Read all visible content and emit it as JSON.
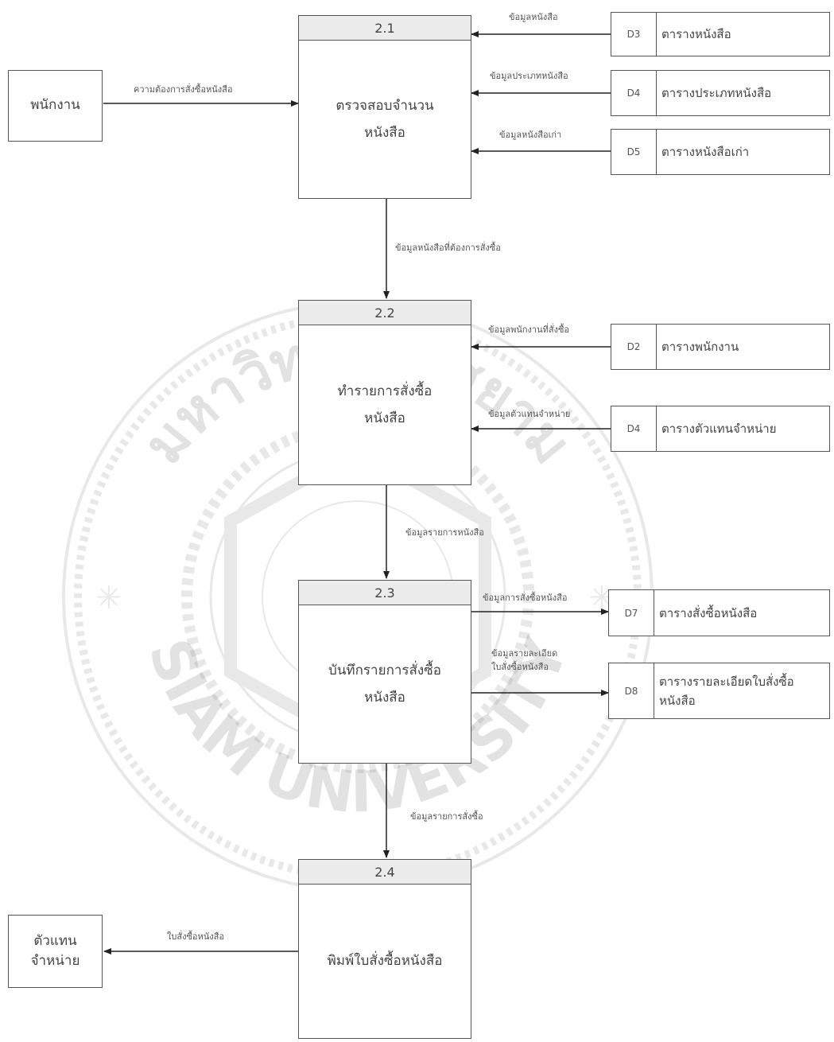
{
  "entities": {
    "employee": "พนักงาน",
    "distributor": "ตัวแทน\nจำหน่าย"
  },
  "processes": [
    {
      "id": "2.1",
      "name": "ตรวจสอบจำนวน\nหนังสือ"
    },
    {
      "id": "2.2",
      "name": "ทำรายการสั่งซื้อ\nหนังสือ"
    },
    {
      "id": "2.3",
      "name": "บันทึกรายการสั่งซื้อ\nหนังสือ"
    },
    {
      "id": "2.4",
      "name": "พิมพ์ใบสั่งซื้อหนังสือ"
    }
  ],
  "stores": [
    {
      "id": "D3",
      "name": "ตารางหนังสือ"
    },
    {
      "id": "D4",
      "name": "ตารางประเภทหนังสือ"
    },
    {
      "id": "D5",
      "name": "ตารางหนังสือเก่า"
    },
    {
      "id": "D2",
      "name": "ตารางพนักงาน"
    },
    {
      "id": "D4",
      "name": "ตารางตัวแทนจำหน่าย"
    },
    {
      "id": "D7",
      "name": "ตารางสั่งซื้อหนังสือ"
    },
    {
      "id": "D8",
      "name": "ตารางรายละเอียดใบสั่งซื้อ\nหนังสือ"
    }
  ],
  "flows": {
    "emp_to_p21": "ความต้องการสั่งซื้อหนังสือ",
    "d3_to_p21": "ข้อมูลหนังสือ",
    "d4_to_p21": "ข้อมูลประเภทหนังสือ",
    "d5_to_p21": "ข้อมูลหนังสือเก่า",
    "p21_to_p22": "ข้อมูลหนังสือที่ต้องการสั่งซื้อ",
    "d2_to_p22": "ข้อมูลพนักงานที่สั่งซื้อ",
    "d4b_to_p22": "ข้อมูลตัวแทนจำหน่าย",
    "p22_to_p23": "ข้อมูลรายการหนังสือ",
    "p23_to_d7": "ข้อมูลการสั่งซื้อหนังสือ",
    "p23_to_d8": "ข้อมูลรายละเอียด\nใบสั่งซื้อหนังสือ",
    "p23_to_p24": "ข้อมูลรายการสั่งซื้อ",
    "p24_to_dist": "ใบสั่งซื้อหนังสือ"
  },
  "watermark": {
    "text_top": "มหาวิทยาลัยสยาม",
    "text_bottom": "SIAM UNIVERSITY"
  }
}
